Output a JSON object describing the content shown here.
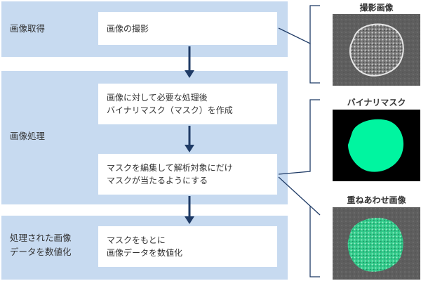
{
  "stages": [
    {
      "label": "画像取得"
    },
    {
      "label": "画像処理"
    },
    {
      "label": "処理された画像\nデータを数値化"
    }
  ],
  "steps": [
    {
      "text": "画像の撮影"
    },
    {
      "text": "画像に対して必要な処理後\nバイナリマスク（マスク）を作成"
    },
    {
      "text": "マスクを編集して解析対象にだけ\nマスクが当たるようにする"
    },
    {
      "text": "マスクをもとに\n画像データを数値化"
    }
  ],
  "thumbnails": [
    {
      "title": "撮影画像"
    },
    {
      "title": "バイナリマスク"
    },
    {
      "title": "重ねあわせ画像"
    }
  ],
  "colors": {
    "stage_bg": "#c7daf0",
    "arrow": "#1f3b66",
    "connector": "#1f3b66",
    "mask": "#00f5a0",
    "photo_bg": "#5a5a5a"
  }
}
